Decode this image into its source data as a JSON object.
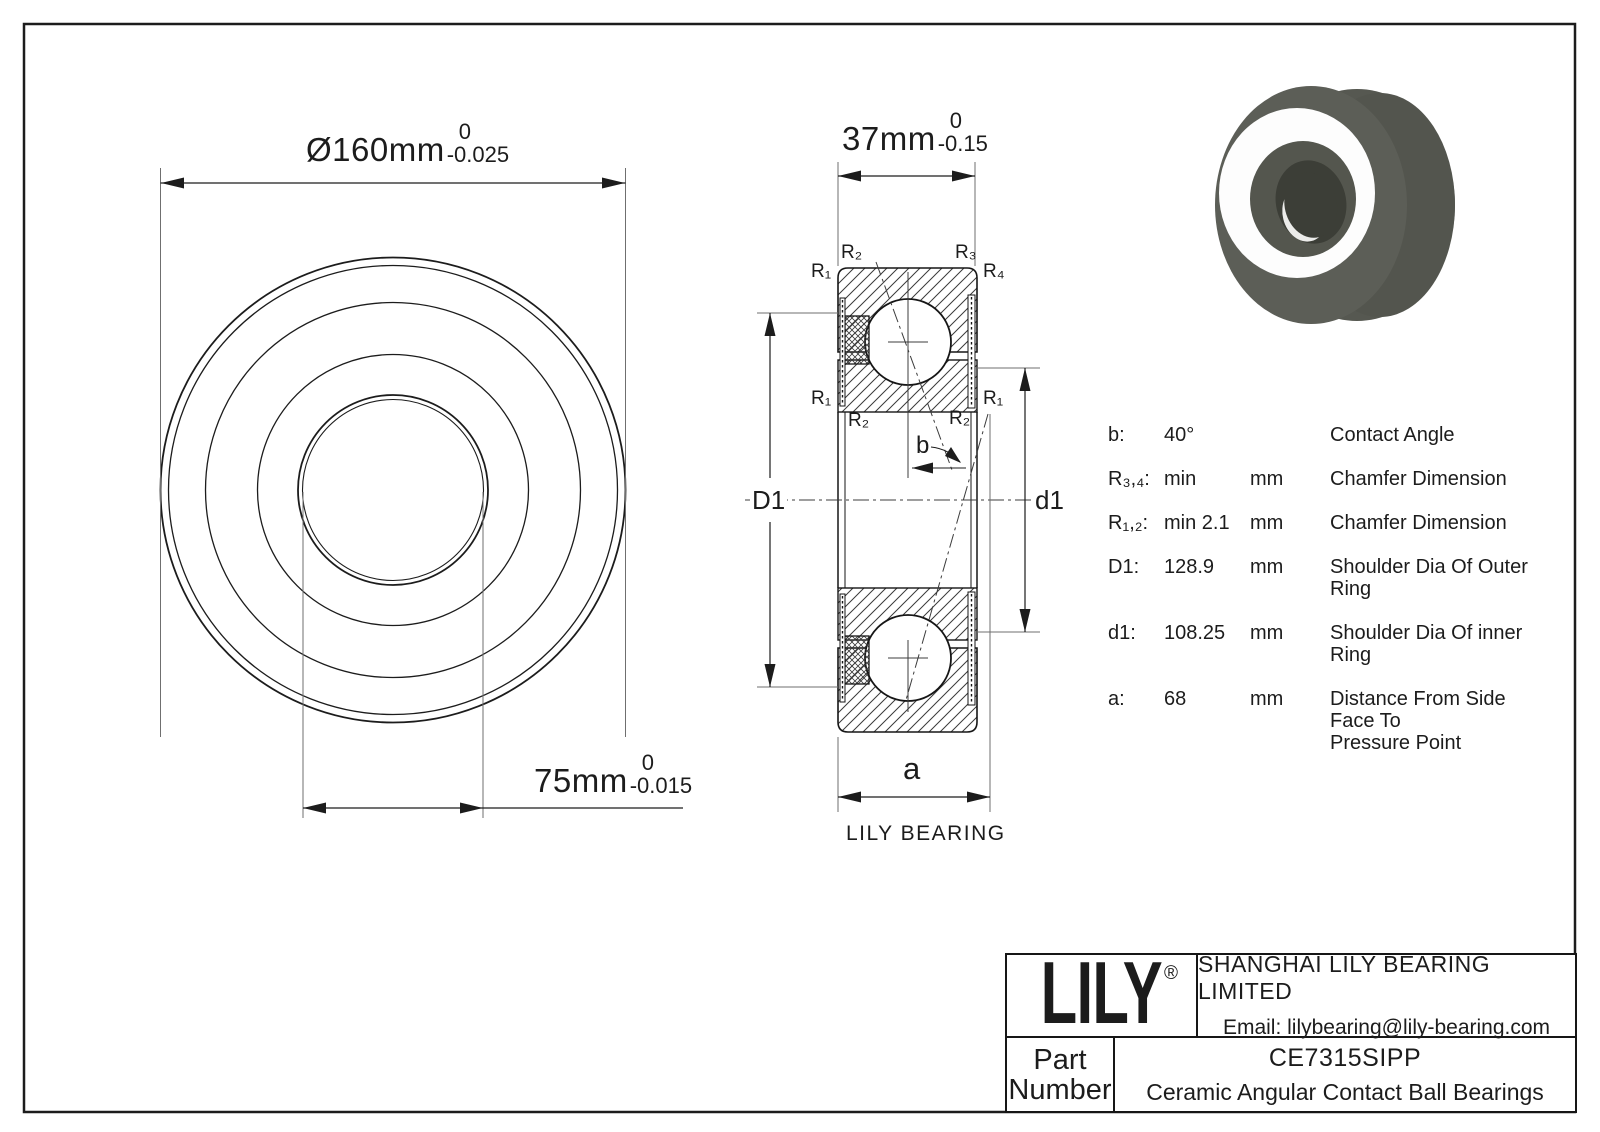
{
  "dims": {
    "od": {
      "text": "Ø160mm",
      "tol_top": "0",
      "tol_bot": "-0.025"
    },
    "bore": {
      "text": "75mm",
      "tol_top": "0",
      "tol_bot": "-0.015"
    },
    "width": {
      "text": "37mm",
      "tol_top": "0",
      "tol_bot": "-0.15"
    }
  },
  "cross_section": {
    "r_labels": [
      {
        "text": "R₂"
      },
      {
        "text": "R₃"
      },
      {
        "text": "R₁"
      },
      {
        "text": "R₄"
      },
      {
        "text": "R₁"
      },
      {
        "text": "R₁"
      },
      {
        "text": "R₂"
      },
      {
        "text": "R₂"
      }
    ],
    "angle_label": "b",
    "outer_shoulder_label": "D1",
    "inner_shoulder_label": "d1",
    "distance_label": "a",
    "caption": "LILY BEARING"
  },
  "spec_table": {
    "rows": [
      {
        "param": "b:",
        "value": "40°",
        "unit": "",
        "desc": "Contact Angle",
        "desc2": ""
      },
      {
        "param": "R₃,₄:",
        "value": "min",
        "unit": "mm",
        "desc": "Chamfer Dimension",
        "desc2": ""
      },
      {
        "param": "R₁,₂:",
        "value": "min 2.1",
        "unit": "mm",
        "desc": "Chamfer Dimension",
        "desc2": ""
      },
      {
        "param": "D1:",
        "value": "128.9",
        "unit": "mm",
        "desc": "Shoulder Dia Of Outer Ring",
        "desc2": ""
      },
      {
        "param": "d1:",
        "value": "108.25",
        "unit": "mm",
        "desc": "Shoulder Dia Of inner Ring",
        "desc2": ""
      },
      {
        "param": "a:",
        "value": "68",
        "unit": "mm",
        "desc": "Distance From Side Face To",
        "desc2": "Pressure Point"
      }
    ]
  },
  "title_block": {
    "logo": "LILY",
    "registered": "®",
    "company": "SHANGHAI LILY BEARING LIMITED",
    "email": "Email: lilybearing@lily-bearing.com",
    "part_label_line1": "Part",
    "part_label_line2": "Number",
    "part_number": "CE7315SIPP",
    "part_desc": "Ceramic Angular Contact Ball Bearings"
  },
  "colors": {
    "line": "#1c1c1c",
    "extension_line": "#6f6f6f",
    "render_body_gray": "#5c5e57",
    "render_inner_gray": "#54564e",
    "render_bore_dark": "#3c3e37",
    "render_seal_white": "#fdfdfd"
  }
}
